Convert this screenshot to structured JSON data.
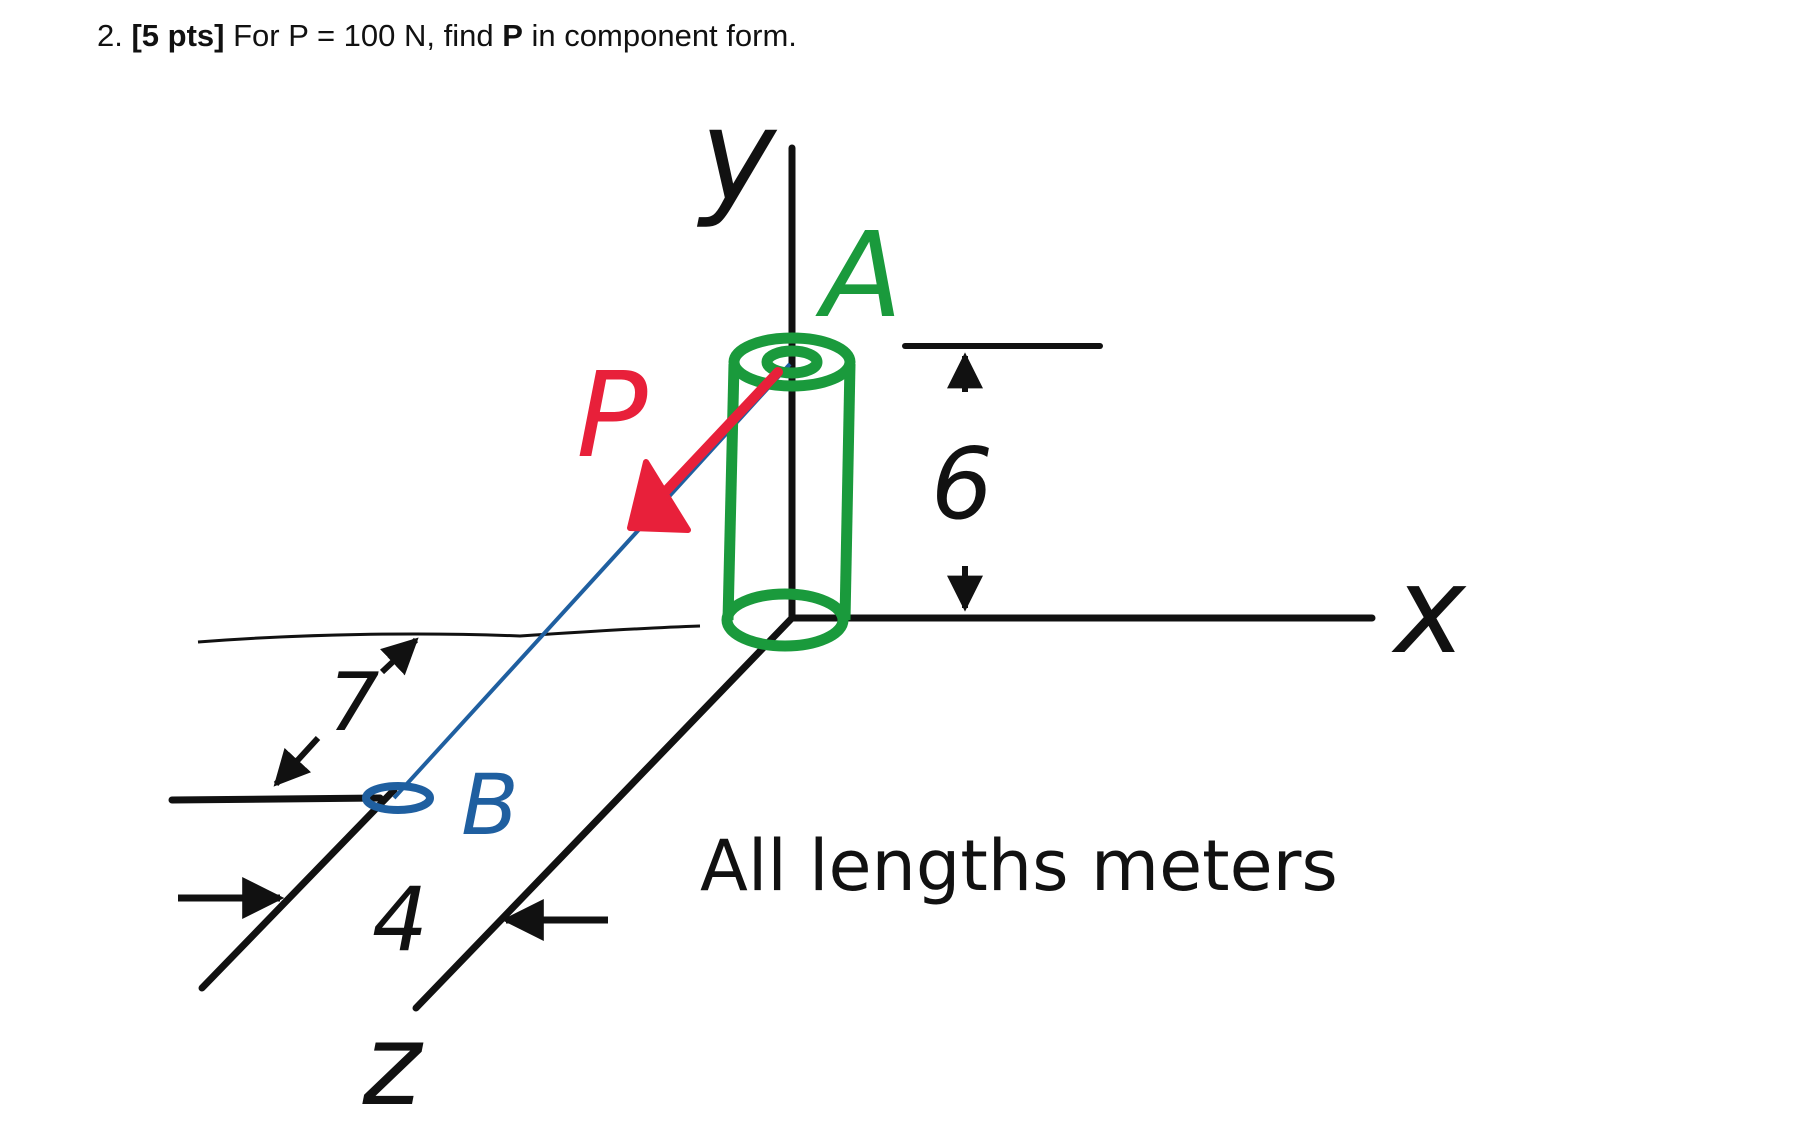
{
  "problem": {
    "number": "2.",
    "points": "[5 pts]",
    "text_before": "For P = 100 N, find",
    "bold_vector": "P",
    "text_after": "in component form."
  },
  "labels": {
    "axis_x": "x",
    "axis_y": "y",
    "axis_z": "z",
    "point_a": "A",
    "point_b": "B",
    "force": "P",
    "dim_height": "6",
    "dim_x_offset": "7",
    "dim_z_offset": "4",
    "note": "All lengths meters"
  },
  "colors": {
    "axes": "#111111",
    "collar": "#1a9a3c",
    "force": "#e8203a",
    "cable": "#1f5fa0"
  }
}
